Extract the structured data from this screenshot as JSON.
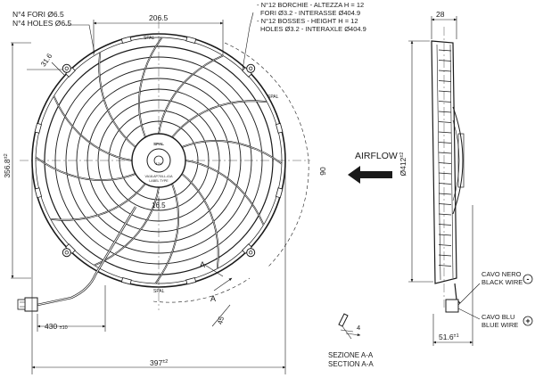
{
  "notes": {
    "holes_it": "N°4 FORI Ø6.5",
    "holes_en": "N°4 HOLES Ø6.5",
    "bosses_it_1": "- N°12 BORCHIE - ALTEZZA H = 12",
    "bosses_it_2": "FORI Ø3.2 - INTERASSE Ø404.9",
    "bosses_en_1": "- N°12 BOSSES - HEIGHT H = 12",
    "bosses_en_2": "HOLES Ø3.2 - INTERAXLE Ø404.9"
  },
  "dimensions": {
    "top_width": "206.5",
    "corner": "31.6",
    "left_height": "356.8",
    "left_height_tol": "±2",
    "angle": "90",
    "center_offset": "16.5",
    "cable_length": "430",
    "cable_tol": "±10",
    "overall_width": "397",
    "overall_tol": "±2",
    "side_depth": "28",
    "side_diameter": "Ø412",
    "side_diameter_tol": "±2",
    "bottom_depth": "51.6",
    "bottom_depth_tol": "±1",
    "section_dim": "4",
    "angle_45": "45"
  },
  "labels": {
    "airflow": "AIRFLOW",
    "section_mark": "A",
    "section_it": "SEZIONE A-A",
    "section_en": "SECTION A-A",
    "black_it": "CAVO NERO",
    "black_en": "BLACK WIRE",
    "black_sign": "-",
    "blue_it": "CAVO BLU",
    "blue_en": "BLUE WIRE",
    "blue_sign": "+",
    "rim_text": "SPAL",
    "hub_line1": "SPAL",
    "hub_line2": "12V",
    "hub_line3": "VA18-AP70/LL-41A",
    "hub_line4": "LABEL TYPE"
  }
}
